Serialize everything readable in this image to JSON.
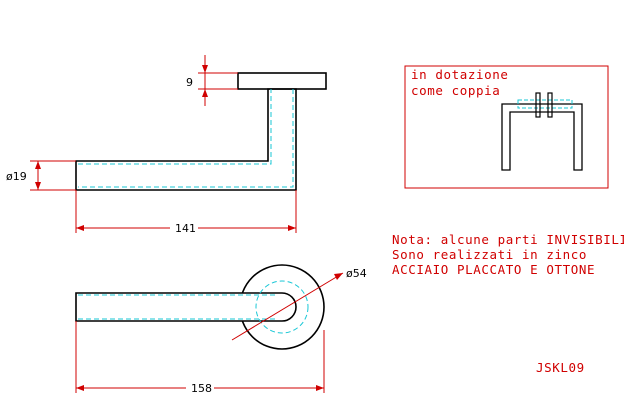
{
  "dimensions": {
    "rose_thickness": "9",
    "handle_diameter": "ø19",
    "side_length": "141",
    "top_length": "158",
    "rose_diameter": "ø54"
  },
  "inset": {
    "line1": "in dotazione",
    "line2": "come coppia"
  },
  "note": {
    "line1": "Nota: alcune parti INVISIBILI",
    "line2": "Sono realizzati in zinco",
    "line3": "ACCIAIO PLACCATO E OTTONE"
  },
  "code": "JSKL09",
  "colors": {
    "outline": "#000000",
    "hidden_line": "#19c7d6",
    "dimension": "#d00000"
  }
}
